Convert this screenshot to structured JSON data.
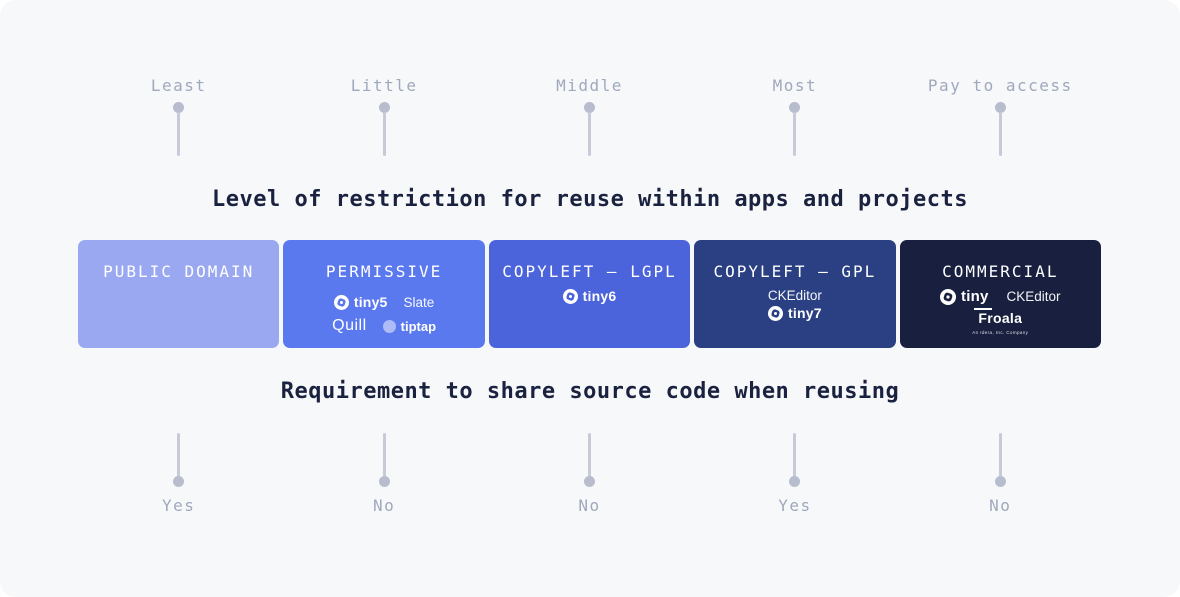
{
  "diagram": {
    "top_axis": {
      "title": "Level of restriction for reuse within apps and projects",
      "labels": [
        "Least",
        "Little",
        "Middle",
        "Most",
        "Pay to access"
      ]
    },
    "bottom_axis": {
      "title": "Requirement to share source code when reusing",
      "labels": [
        "Yes",
        "No",
        "No",
        "Yes",
        "No"
      ]
    },
    "cards": [
      {
        "title": "PUBLIC DOMAIN",
        "color": "#99a8f1",
        "logos": []
      },
      {
        "title": "PERMISSIVE",
        "color": "#5b79ef",
        "logos": [
          {
            "type": "tiny",
            "text": "tiny5"
          },
          {
            "type": "plain",
            "text": "Slate"
          },
          {
            "type": "quill",
            "text": "Quill"
          },
          {
            "type": "tiptap",
            "text": "tiptap"
          }
        ]
      },
      {
        "title": "COPYLEFT – LGPL",
        "color": "#4b64db",
        "logos": [
          {
            "type": "tiny",
            "text": "tiny6"
          }
        ]
      },
      {
        "title": "COPYLEFT – GPL",
        "color": "#2a4083",
        "logos": [
          {
            "type": "plain",
            "text": "CKEditor"
          },
          {
            "type": "tiny",
            "text": "tiny7"
          }
        ]
      },
      {
        "title": "COMMERCIAL",
        "color": "#181f3f",
        "logos": [
          {
            "type": "tiny",
            "text": "tiny"
          },
          {
            "type": "plain",
            "text": "CKEditor"
          },
          {
            "type": "froala",
            "text": "Froala",
            "tagline": "An Idera, Inc. Company"
          }
        ]
      }
    ],
    "colors": {
      "panel_bg": "#f7f8fa",
      "title_text": "#1a2240",
      "axis_text": "#9fa8bd",
      "pin_dot": "#b7bdcd",
      "pin_stem": "#c7cbd8",
      "card_text": "#ffffff"
    }
  }
}
